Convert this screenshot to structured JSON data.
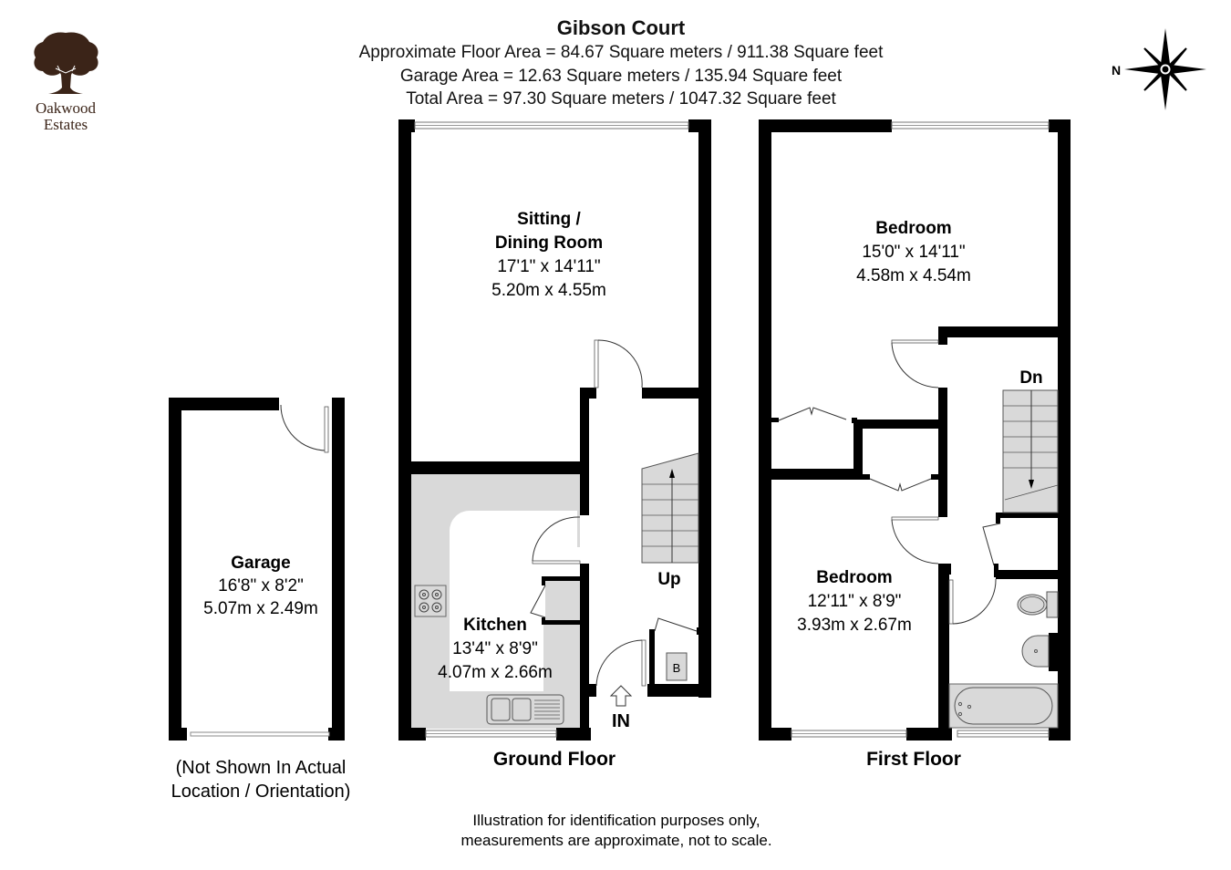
{
  "header": {
    "title": "Gibson Court",
    "floor_area": "Approximate Floor Area = 84.67 Square meters / 911.38 Square feet",
    "garage_area": "Garage Area = 12.63 Square meters / 135.94 Square feet",
    "total_area": "Total Area = 97.30 Square meters / 1047.32 Square feet"
  },
  "logo": {
    "icon": "oak-tree-icon",
    "line1": "Oakwood",
    "line2": "Estates",
    "color": "#3b2418"
  },
  "compass": {
    "icon": "compass-rose-icon",
    "label": "N"
  },
  "garage": {
    "name": "Garage",
    "dim_imperial": "16'8\" x 8'2\"",
    "dim_metric": "5.07m x 2.49m",
    "note_line1": "(Not Shown In Actual",
    "note_line2": "Location / Orientation)"
  },
  "ground_floor": {
    "label": "Ground Floor",
    "rooms": [
      {
        "name_line1": "Sitting /",
        "name_line2": "Dining Room",
        "dim_imperial": "17'1\" x 14'11\"",
        "dim_metric": "5.20m x 4.55m"
      },
      {
        "name": "Kitchen",
        "dim_imperial": "13'4\" x 8'9\"",
        "dim_metric": "4.07m x 2.66m"
      }
    ],
    "stairs_label": "Up",
    "entrance_label": "IN",
    "boiler_label": "B"
  },
  "first_floor": {
    "label": "First Floor",
    "rooms": [
      {
        "name": "Bedroom",
        "dim_imperial": "15'0\" x 14'11\"",
        "dim_metric": "4.58m x 4.54m"
      },
      {
        "name": "Bedroom",
        "dim_imperial": "12'11\" x 8'9\"",
        "dim_metric": "3.93m x 2.67m"
      }
    ],
    "stairs_label": "Dn"
  },
  "footer": {
    "line1": "Illustration for identification purposes only,",
    "line2": "measurements are approximate, not to scale."
  },
  "colors": {
    "wall": "#000000",
    "fixture_fill": "#d9d9d9",
    "window": "#777777"
  }
}
